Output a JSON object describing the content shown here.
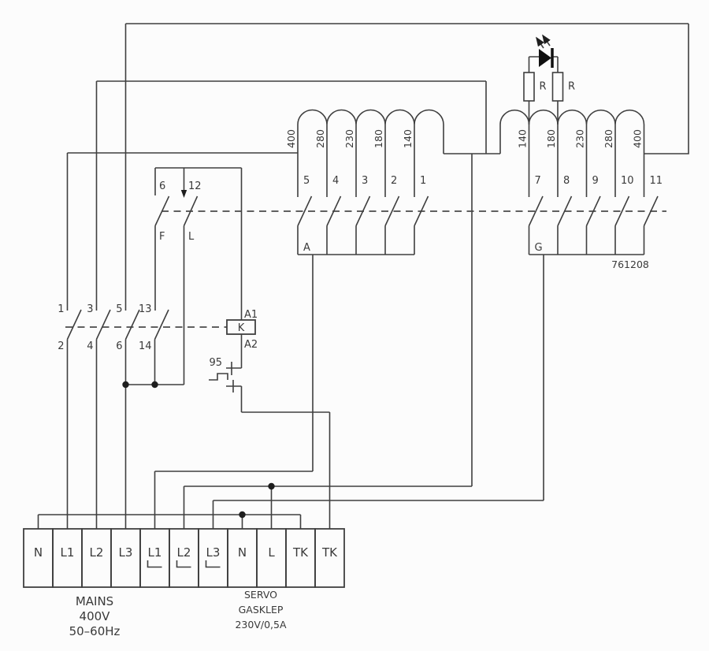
{
  "colors": {
    "line": "#3f3f3f",
    "background": "#fcfcfc",
    "led_fill": "#101010"
  },
  "left_selector": {
    "tap_labels": [
      "400",
      "280",
      "230",
      "180",
      "140"
    ],
    "contact_numbers": [
      "5",
      "4",
      "3",
      "2",
      "1"
    ],
    "bus_label": "A"
  },
  "right_selector": {
    "tap_labels": [
      "140",
      "180",
      "230",
      "280",
      "400"
    ],
    "contact_numbers": [
      "7",
      "8",
      "9",
      "10",
      "11"
    ],
    "bus_label": "G",
    "part_number": "761208"
  },
  "indicator": {
    "resistor_labels": [
      "R",
      "R"
    ]
  },
  "control_unit": {
    "terminal_top_left": "6",
    "terminal_top_right": "12",
    "contact_left": "F",
    "contact_right": "L"
  },
  "contactor": {
    "coil_label": "K",
    "terminal_a1": "A1",
    "terminal_a2": "A2",
    "overload_terminal": "95"
  },
  "main_switch": {
    "top_numbers": [
      "1",
      "3",
      "5",
      "13"
    ],
    "bottom_numbers": [
      "2",
      "4",
      "6",
      "14"
    ]
  },
  "terminal_block": {
    "labels": [
      "N",
      "L1",
      "L2",
      "L3",
      "L1",
      "L2",
      "L3",
      "N",
      "L",
      "TK",
      "TK"
    ]
  },
  "captions": {
    "mains": [
      "MAINS",
      "400V",
      "50–60Hz"
    ],
    "servo": [
      "SERVO",
      "GASKLEP",
      "230V/0,5A"
    ]
  }
}
